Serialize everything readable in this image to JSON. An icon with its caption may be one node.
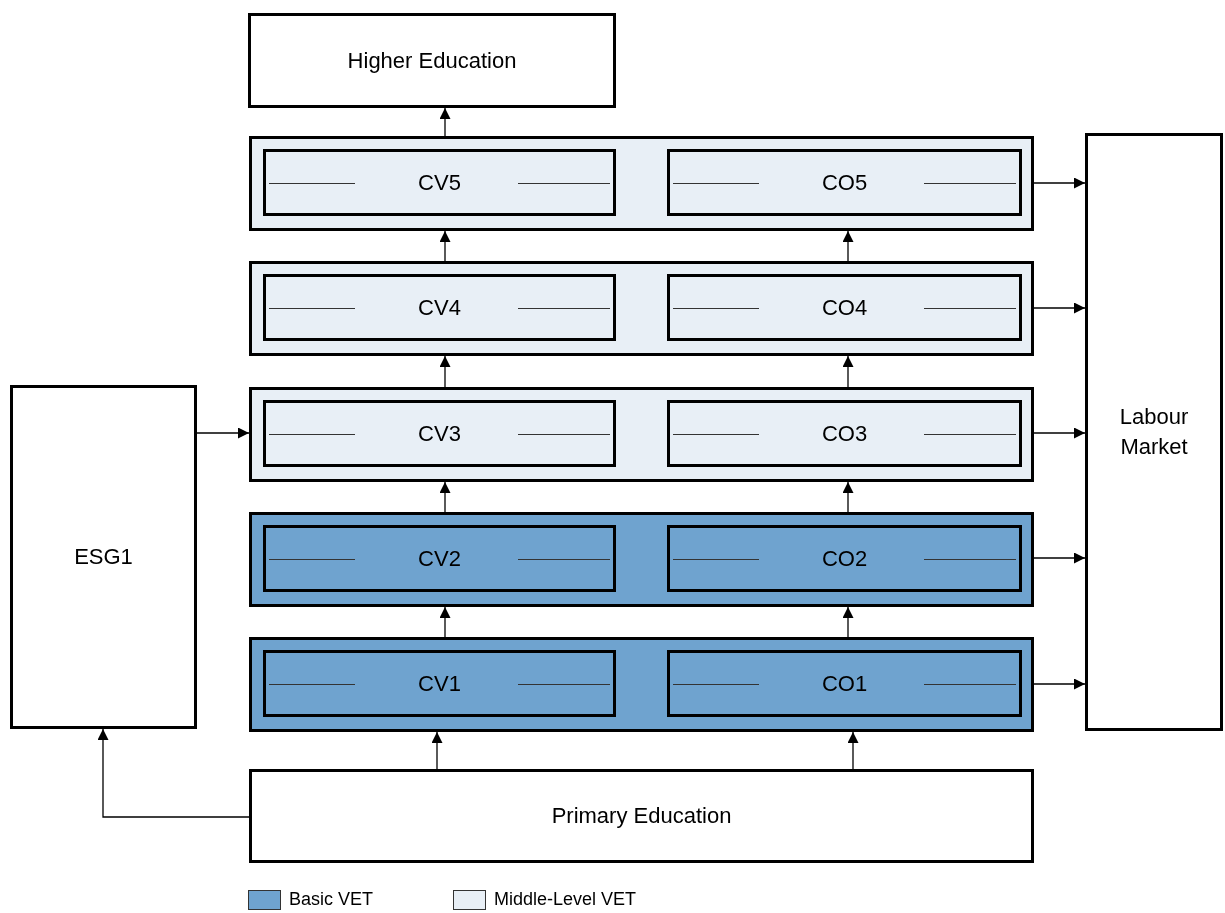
{
  "diagram": {
    "nodes": [
      {
        "text": [
          "Higher Education"
        ]
      },
      {
        "text": [],
        "shape": "box"
      },
      {
        "text": [
          "CV5"
        ],
        "in": 1
      },
      {
        "text": [
          "CO5"
        ],
        "in": 1
      },
      {
        "text": [],
        "shape": "box"
      },
      {
        "text": [
          "CV4"
        ],
        "in": 4
      },
      {
        "text": [
          "CO4"
        ],
        "in": 4
      },
      {
        "text": [],
        "shape": "box"
      },
      {
        "text": [
          "CV3"
        ],
        "in": 7
      },
      {
        "text": [
          "CO3"
        ],
        "in": 7
      },
      {
        "text": [],
        "shape": "box"
      },
      {
        "text": [
          "CV2"
        ],
        "in": 10
      },
      {
        "text": [
          "CO2"
        ],
        "in": 10
      },
      {
        "text": [],
        "shape": "box"
      },
      {
        "text": [
          "CV1"
        ],
        "in": 13
      },
      {
        "text": [
          "CO1"
        ],
        "in": 13
      },
      {
        "text": [
          "ESG1"
        ]
      },
      {
        "text": [
          "Labour Market"
        ]
      },
      {
        "text": [
          "Primary Education"
        ]
      }
    ],
    "edges": [
      {
        "from": 18,
        "to": 13,
        "arrow": "to"
      },
      {
        "from": 18,
        "to": 13,
        "arrow": "to"
      },
      {
        "from": 13,
        "to": 10,
        "arrow": "to"
      },
      {
        "from": 13,
        "to": 10,
        "arrow": "to"
      },
      {
        "from": 10,
        "to": 7,
        "arrow": "to"
      },
      {
        "from": 10,
        "to": 7,
        "arrow": "to"
      },
      {
        "from": 7,
        "to": 4,
        "arrow": "to"
      },
      {
        "from": 7,
        "to": 4,
        "arrow": "to"
      },
      {
        "from": 4,
        "to": 1,
        "arrow": "to"
      },
      {
        "from": 4,
        "to": 1,
        "arrow": "to"
      },
      {
        "from": 1,
        "to": 0,
        "arrow": "to"
      },
      {
        "from": 16,
        "to": 7,
        "arrow": "to"
      },
      {
        "from": 1,
        "to": 17,
        "arrow": "to"
      },
      {
        "from": 4,
        "to": 17,
        "arrow": "to"
      },
      {
        "from": 7,
        "to": 17,
        "arrow": "to"
      },
      {
        "from": 10,
        "to": 17,
        "arrow": "to"
      },
      {
        "from": 13,
        "to": 17,
        "arrow": "to"
      },
      {
        "from": 18,
        "to": 16,
        "arrow": "to"
      }
    ],
    "legend": [
      {
        "text": "Basic VET",
        "color": "#6fa3cf"
      },
      {
        "text": "Middle-Level VET",
        "color": "#e8eff6"
      }
    ]
  }
}
